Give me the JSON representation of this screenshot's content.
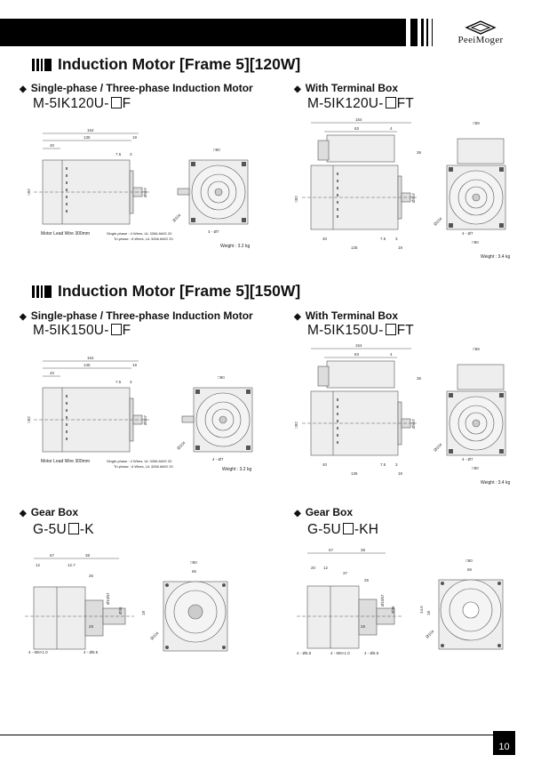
{
  "brand": "PeeiMoger",
  "page_number": "10",
  "sections": [
    {
      "title": "Induction Motor [Frame 5][120W]"
    },
    {
      "title": "Induction Motor [Frame 5][150W]"
    }
  ],
  "blocks": {
    "m120_std": {
      "subtitle": "Single-phase / Three-phase Induction Motor",
      "model_pre": "M-5IK120U-",
      "model_post": "F",
      "weight": "Weight : 3.2 kg"
    },
    "m120_tb": {
      "subtitle": "With Terminal Box",
      "model_pre": "M-5IK120U-",
      "model_post": "FT",
      "weight": "Weight : 3.4 kg"
    },
    "m150_std": {
      "subtitle": "Single-phase / Three-phase Induction Motor",
      "model_pre": "M-5IK150U-",
      "model_post": "F",
      "weight": "Weight : 3.2 kg"
    },
    "m150_tb": {
      "subtitle": "With Terminal Box",
      "model_pre": "M-5IK150U-",
      "model_post": "FT",
      "weight": "Weight : 3.4 kg"
    },
    "gear_k": {
      "subtitle": "Gear Box",
      "model_pre": "G-5U",
      "model_post": "-K"
    },
    "gear_kh": {
      "subtitle": "Gear Box",
      "model_pre": "G-5U",
      "model_post": "-KH"
    }
  },
  "notes": {
    "lead_wire": "Motor Lead Wire 300mm",
    "single_phase": "Single-phase : 4 Wires, UL 3266 AWG 20",
    "tri_phase": "Tri-phase : 6 Wires, UL 3266 AWG 20"
  },
  "dims": {
    "len_154": "154",
    "len_135": "135",
    "len_40": "40",
    "len_19": "19",
    "len_75": "7.5",
    "len_3": "3",
    "sq_90": "□90",
    "sq_92": "□92",
    "shaft": "Ø9h7",
    "pcd": "Ø104",
    "hole": "4 - Ø7",
    "tb_83": "83",
    "tb_4": "4",
    "tb_36": "36",
    "tb_69": "□69",
    "g_67": "67",
    "g_38": "38",
    "g_12": "12",
    "g_127": "12.7",
    "g_25": "25",
    "g_28": "28",
    "g_20": "20",
    "g_15": "Ø15h7",
    "g_36": "Ø36",
    "g_66": "66",
    "g_18": "18",
    "g_37": "37",
    "g_85": "8.5",
    "g_m6": "4 - M6×1.0",
    "g_h65": "4 - Ø6.5",
    "g_26": "26",
    "g_145": "14.5"
  }
}
